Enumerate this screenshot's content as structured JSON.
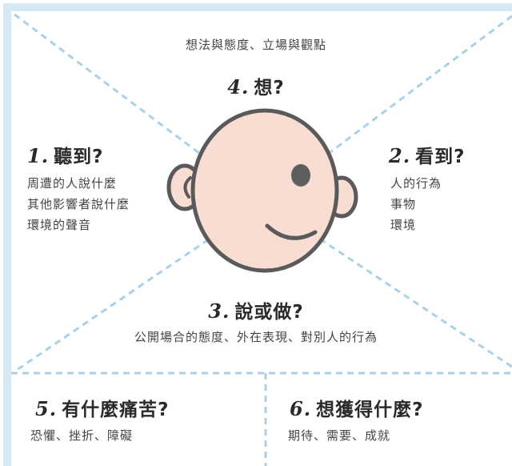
{
  "colors": {
    "dash_line": "#a9d2ea",
    "frame": "#d6e8f3",
    "face_fill": "#f8ddd2",
    "face_outline": "#5a5a5a",
    "text": "#2f2f2f"
  },
  "think": {
    "subtitle": "想法與態度、立場與觀點",
    "num": "4.",
    "title": "想?"
  },
  "hear": {
    "num": "1.",
    "title": "聽到?",
    "items": [
      "周遭的人說什麼",
      "其他影響者說什麼",
      "環境的聲音"
    ]
  },
  "see": {
    "num": "2.",
    "title": "看到?",
    "items": [
      "人的行為",
      "事物",
      "環境"
    ]
  },
  "say_do": {
    "num": "3.",
    "title": "說或做?",
    "subtitle": "公開場合的態度、外在表現、對別人的行為"
  },
  "pain": {
    "num": "5.",
    "title": "有什麼痛苦?",
    "subtitle": "恐懼、挫折、障礙"
  },
  "gain": {
    "num": "6.",
    "title": "想獲得什麼?",
    "subtitle": "期待、需要、成就"
  }
}
